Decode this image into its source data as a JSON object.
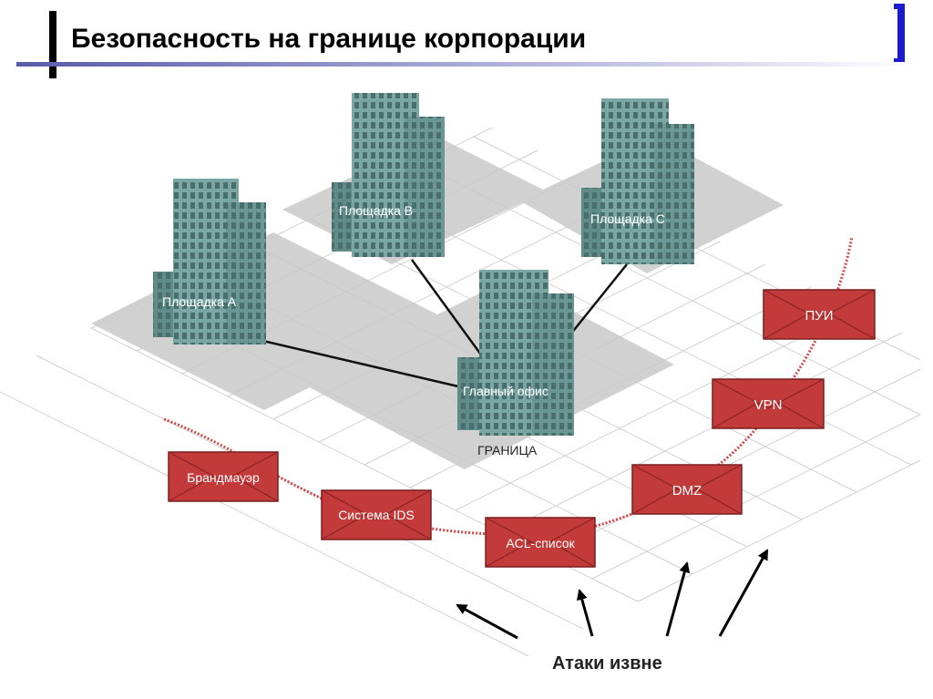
{
  "title": "Безопасность на границе корпорации",
  "sites": {
    "a": "Площадка А",
    "b": "Площадка В",
    "c": "Площадка С",
    "main": "Главный офис"
  },
  "border_label": "ГРАНИЦА",
  "defenses": {
    "firewall": "Брандмауэр",
    "ids": "Система IDS",
    "acl": "ACL-список",
    "dmz": "DMZ",
    "vpn": "VPN",
    "pui": "ПУИ"
  },
  "attacks_label": "Атаки извне",
  "colors": {
    "envelope": "#c33a3a",
    "building": "#6f9c9a",
    "accent": "#1a1ad0"
  }
}
